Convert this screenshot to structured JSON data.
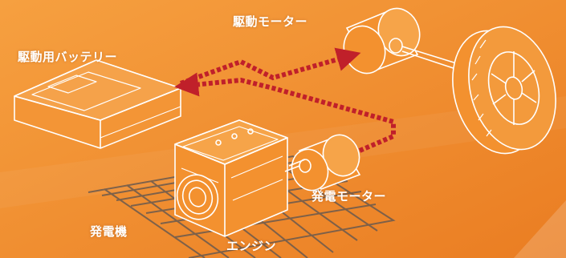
{
  "labels": {
    "drive_motor": "駆動モーター",
    "drive_battery": "駆動用バッテリー",
    "generator_motor": "発電モーター",
    "generator": "発電機",
    "engine": "エンジン"
  },
  "colors": {
    "background_light": "#f49a3c",
    "background_dark": "#e8781e",
    "outline": "#ffffff",
    "power_path": "#c0202a",
    "grid": "#6b5a4e"
  },
  "icons": [
    "battery-icon",
    "engine-icon",
    "generator-motor-icon",
    "drive-motor-icon",
    "wheel-icon"
  ]
}
